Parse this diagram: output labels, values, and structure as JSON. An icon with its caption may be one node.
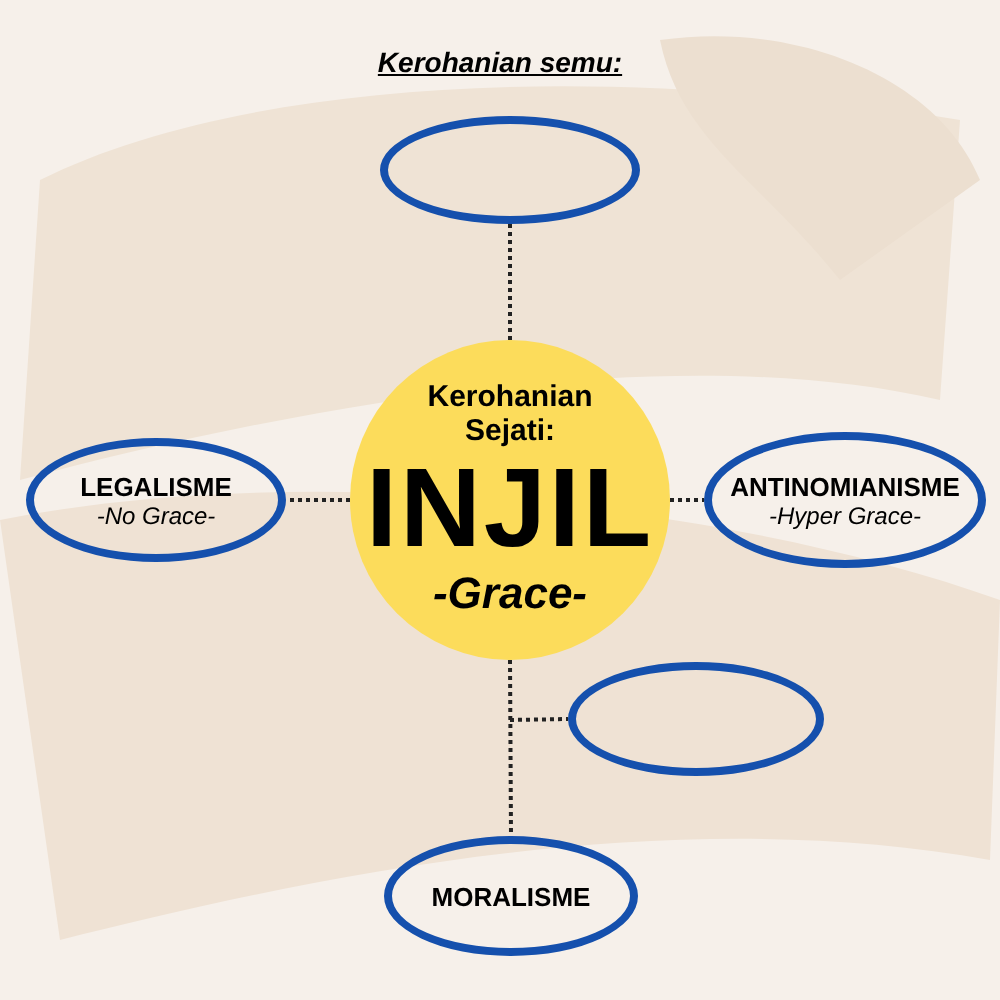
{
  "diagram": {
    "title": "Kerohanian semu:",
    "nodes": [
      {
        "text": [
          "Kerohanian Sejati:",
          "INJIL",
          "-Grace-"
        ]
      },
      {
        "text": [],
        "shape": "ellipse"
      },
      {
        "text": [
          "LEGALISME",
          "-No Grace-"
        ]
      },
      {
        "text": [
          "ANTINOMIANISME",
          "-Hyper Grace-"
        ]
      },
      {
        "text": [],
        "shape": "ellipse"
      },
      {
        "text": [
          "MORALISME"
        ]
      }
    ],
    "edges": [
      {
        "from": 0,
        "to": 1,
        "arrow": "none"
      },
      {
        "from": 0,
        "to": 2,
        "arrow": "none"
      },
      {
        "from": 0,
        "to": 3,
        "arrow": "none"
      },
      {
        "from": 0,
        "to": 4,
        "arrow": "none"
      },
      {
        "from": 0,
        "to": 5,
        "arrow": "none"
      }
    ]
  }
}
